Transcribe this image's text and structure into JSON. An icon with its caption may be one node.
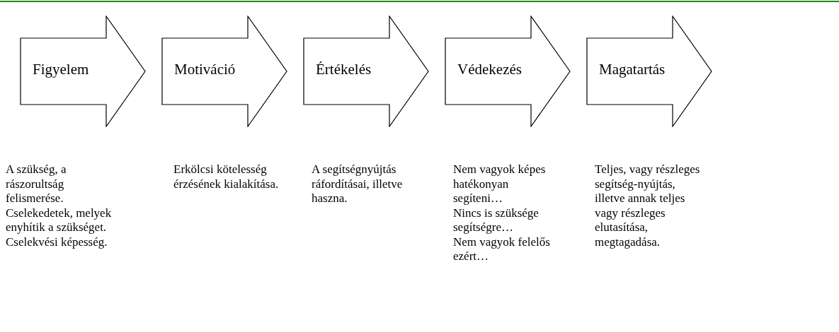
{
  "diagram": {
    "nodes": [
      {
        "text": [
          "Figyelem"
        ],
        "beside": [
          "A szükség, a rászorultság felismerése.",
          "Cselekedetek, melyek enyhítik a szükséget.",
          "Cselekvési képesség."
        ]
      },
      {
        "text": [
          "Motiváció"
        ],
        "beside": [
          "Erkölcsi kötelesség érzésének kialakítása."
        ]
      },
      {
        "text": [
          "Értékelés"
        ],
        "beside": [
          "A segítségnyújtás ráfordításai, illetve haszna."
        ]
      },
      {
        "text": [
          "Védekezés"
        ],
        "beside": [
          "Nem vagyok képes hatékonyan segíteni…",
          "Nincs is szüksége segítségre…",
          "Nem vagyok felelős ezért…"
        ]
      },
      {
        "text": [
          "Magatartás"
        ],
        "beside": [
          "Teljes, vagy részleges segítség-nyújtás, illetve annak teljes vagy részleges elutasítása, megtagadása."
        ]
      }
    ]
  }
}
